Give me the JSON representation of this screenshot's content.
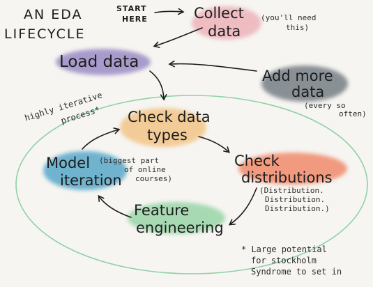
{
  "title": {
    "line1": "AN EDA",
    "line2": "LIFECYCLE"
  },
  "start": {
    "line1": "START",
    "line2": "HERE"
  },
  "stages": {
    "collect": {
      "line1": "Collect",
      "line2": "data",
      "color": "#e88f9a"
    },
    "load": {
      "line1": "Load data",
      "color": "#8e7ec0"
    },
    "add_more": {
      "line1": "Add more",
      "line2": "data",
      "color": "#6e777f"
    },
    "check_types": {
      "line1": "Check data",
      "line2": "types",
      "color": "#f2be78"
    },
    "check_distributions": {
      "line1": "Check",
      "line2": "distributions",
      "color": "#f08464"
    },
    "feature_engineering": {
      "line1": "Feature",
      "line2": "engineering",
      "color": "#7ecb92"
    },
    "model_iteration": {
      "line1": "Model",
      "line2": "iteration",
      "color": "#4fa3c7"
    }
  },
  "notes": {
    "collect_note": {
      "line1": "(you'll need",
      "line2": "this)"
    },
    "add_more_note": {
      "line1": "(every so",
      "line2": "often)"
    },
    "iterative_note": {
      "line1": "highly iterative",
      "line2": "process*"
    },
    "model_note": {
      "line1": "(biggest part",
      "line2": "of online",
      "line3": "courses)"
    },
    "distribution_note": {
      "line1": "(Distribution.",
      "line2": "Distribution.",
      "line3": "Distribution.)"
    },
    "footnote": {
      "line1": "* Large potential",
      "line2": "for stockholm",
      "line3": "Syndrome to set in"
    }
  },
  "colors": {
    "ellipse": "#8fd1a8",
    "ink": "#1d1d1d"
  }
}
